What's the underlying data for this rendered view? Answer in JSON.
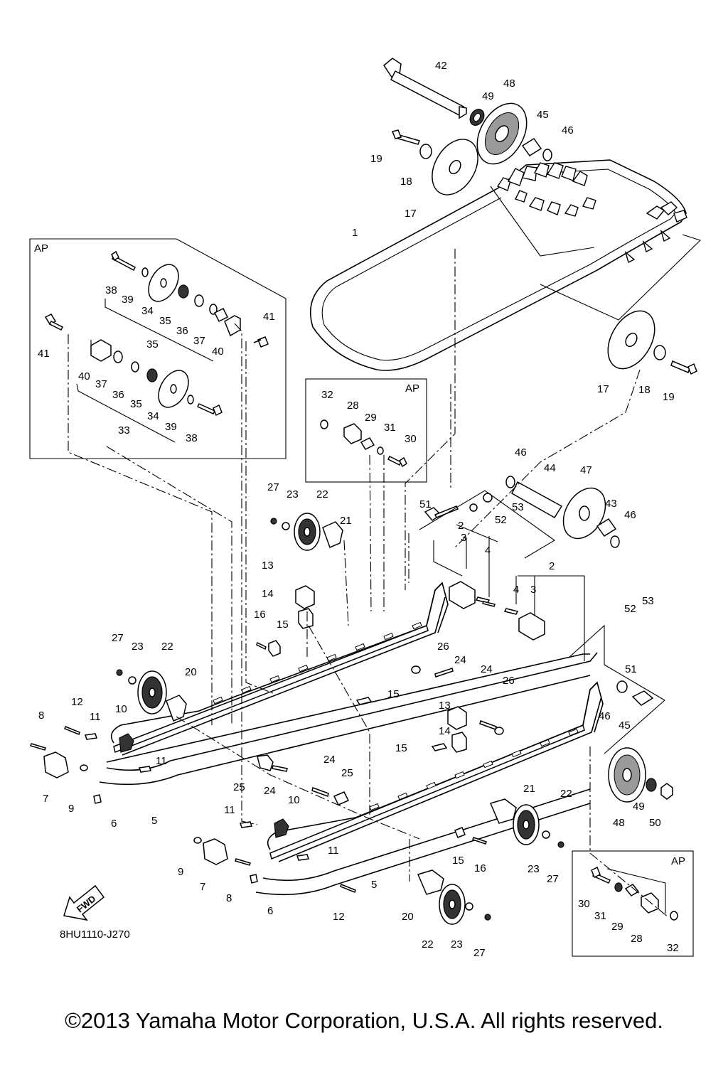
{
  "diagram_code": "8HU1110-J270",
  "copyright": "©2013 Yamaha Motor Corporation, U.S.A. All rights reserved.",
  "fwd_label": "FWD",
  "ap_label": "AP",
  "labels": [
    {
      "id": "l42",
      "text": "42"
    },
    {
      "id": "l48a",
      "text": "48"
    },
    {
      "id": "l49a",
      "text": "49"
    },
    {
      "id": "l45a",
      "text": "45"
    },
    {
      "id": "l46a",
      "text": "46"
    },
    {
      "id": "l19a",
      "text": "19"
    },
    {
      "id": "l18a",
      "text": "18"
    },
    {
      "id": "l17a",
      "text": "17"
    },
    {
      "id": "l1",
      "text": "1"
    },
    {
      "id": "l17b",
      "text": "17"
    },
    {
      "id": "l18b",
      "text": "18"
    },
    {
      "id": "l19b",
      "text": "19"
    },
    {
      "id": "l38a",
      "text": "38"
    },
    {
      "id": "l39a",
      "text": "39"
    },
    {
      "id": "l34a",
      "text": "34"
    },
    {
      "id": "l35a",
      "text": "35"
    },
    {
      "id": "l36a",
      "text": "36"
    },
    {
      "id": "l35b",
      "text": "35"
    },
    {
      "id": "l37a",
      "text": "37"
    },
    {
      "id": "l40a",
      "text": "40"
    },
    {
      "id": "l41a",
      "text": "41"
    },
    {
      "id": "l41b",
      "text": "41"
    },
    {
      "id": "l40b",
      "text": "40"
    },
    {
      "id": "l37b",
      "text": "37"
    },
    {
      "id": "l36b",
      "text": "36"
    },
    {
      "id": "l35c",
      "text": "35"
    },
    {
      "id": "l34b",
      "text": "34"
    },
    {
      "id": "l39b",
      "text": "39"
    },
    {
      "id": "l33",
      "text": "33"
    },
    {
      "id": "l38b",
      "text": "38"
    },
    {
      "id": "l32a",
      "text": "32"
    },
    {
      "id": "l28a",
      "text": "28"
    },
    {
      "id": "l29a",
      "text": "29"
    },
    {
      "id": "l31a",
      "text": "31"
    },
    {
      "id": "l30a",
      "text": "30"
    },
    {
      "id": "l46b",
      "text": "46"
    },
    {
      "id": "l44",
      "text": "44"
    },
    {
      "id": "l47",
      "text": "47"
    },
    {
      "id": "l53a",
      "text": "53"
    },
    {
      "id": "l51a",
      "text": "51"
    },
    {
      "id": "l52a",
      "text": "52"
    },
    {
      "id": "l43",
      "text": "43"
    },
    {
      "id": "l46c",
      "text": "46"
    },
    {
      "id": "l27a",
      "text": "27"
    },
    {
      "id": "l23a",
      "text": "23"
    },
    {
      "id": "l22a",
      "text": "22"
    },
    {
      "id": "l21a",
      "text": "21"
    },
    {
      "id": "l2a",
      "text": "2"
    },
    {
      "id": "l3a",
      "text": "3"
    },
    {
      "id": "l4a",
      "text": "4"
    },
    {
      "id": "l2b",
      "text": "2"
    },
    {
      "id": "l4b",
      "text": "4"
    },
    {
      "id": "l3b",
      "text": "3"
    },
    {
      "id": "l13a",
      "text": "13"
    },
    {
      "id": "l14a",
      "text": "14"
    },
    {
      "id": "l16a",
      "text": "16"
    },
    {
      "id": "l15a",
      "text": "15"
    },
    {
      "id": "l52b",
      "text": "52"
    },
    {
      "id": "l53b",
      "text": "53"
    },
    {
      "id": "l51b",
      "text": "51"
    },
    {
      "id": "l27b",
      "text": "27"
    },
    {
      "id": "l23b",
      "text": "23"
    },
    {
      "id": "l22b",
      "text": "22"
    },
    {
      "id": "l20a",
      "text": "20"
    },
    {
      "id": "l26a",
      "text": "26"
    },
    {
      "id": "l24a",
      "text": "24"
    },
    {
      "id": "l24b",
      "text": "24"
    },
    {
      "id": "l26b",
      "text": "26"
    },
    {
      "id": "l15b",
      "text": "15"
    },
    {
      "id": "l12a",
      "text": "12"
    },
    {
      "id": "l11a",
      "text": "11"
    },
    {
      "id": "l8a",
      "text": "8"
    },
    {
      "id": "l10a",
      "text": "10"
    },
    {
      "id": "l46d",
      "text": "46"
    },
    {
      "id": "l45b",
      "text": "45"
    },
    {
      "id": "l13b",
      "text": "13"
    },
    {
      "id": "l14b",
      "text": "14"
    },
    {
      "id": "l15c",
      "text": "15"
    },
    {
      "id": "l11b",
      "text": "11"
    },
    {
      "id": "l7a",
      "text": "7"
    },
    {
      "id": "l9a",
      "text": "9"
    },
    {
      "id": "l6a",
      "text": "6"
    },
    {
      "id": "l5a",
      "text": "5"
    },
    {
      "id": "l25a",
      "text": "25"
    },
    {
      "id": "l24c",
      "text": "24"
    },
    {
      "id": "l24d",
      "text": "24"
    },
    {
      "id": "l25b",
      "text": "25"
    },
    {
      "id": "l21b",
      "text": "21"
    },
    {
      "id": "l22c",
      "text": "22"
    },
    {
      "id": "l49b",
      "text": "49"
    },
    {
      "id": "l50",
      "text": "50"
    },
    {
      "id": "l48b",
      "text": "48"
    },
    {
      "id": "l11c",
      "text": "11"
    },
    {
      "id": "l10b",
      "text": "10"
    },
    {
      "id": "l11d",
      "text": "11"
    },
    {
      "id": "l9b",
      "text": "9"
    },
    {
      "id": "l7b",
      "text": "7"
    },
    {
      "id": "l8b",
      "text": "8"
    },
    {
      "id": "l6b",
      "text": "6"
    },
    {
      "id": "l5b",
      "text": "5"
    },
    {
      "id": "l12b",
      "text": "12"
    },
    {
      "id": "l15d",
      "text": "15"
    },
    {
      "id": "l16b",
      "text": "16"
    },
    {
      "id": "l23c",
      "text": "23"
    },
    {
      "id": "l27c",
      "text": "27"
    },
    {
      "id": "l20b",
      "text": "20"
    },
    {
      "id": "l22d",
      "text": "22"
    },
    {
      "id": "l23d",
      "text": "23"
    },
    {
      "id": "l27d",
      "text": "27"
    },
    {
      "id": "l30b",
      "text": "30"
    },
    {
      "id": "l31b",
      "text": "31"
    },
    {
      "id": "l29b",
      "text": "29"
    },
    {
      "id": "l28b",
      "text": "28"
    },
    {
      "id": "l32b",
      "text": "32"
    }
  ]
}
